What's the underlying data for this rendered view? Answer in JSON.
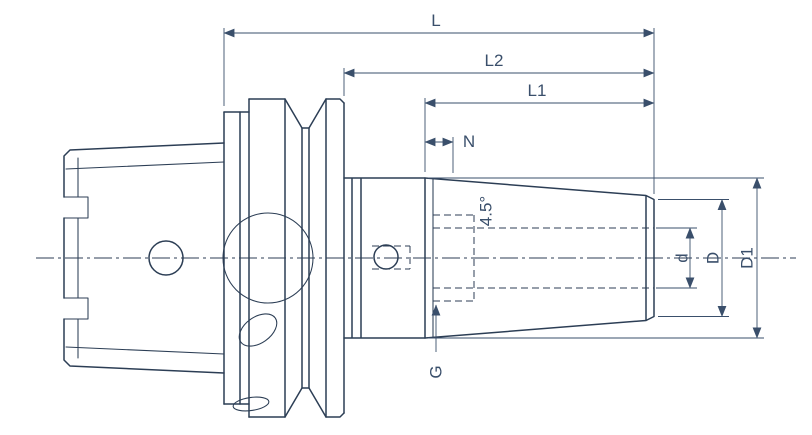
{
  "labels": {
    "overall_length": "L",
    "length_to_flange": "L2",
    "projection_length": "L1",
    "neck_dim": "N",
    "taper_angle": "4.5°",
    "bore_diameter": "d",
    "nose_diameter": "D",
    "body_diameter": "D1",
    "coolant_thread": "G"
  },
  "colors": {
    "outline": "#2c3e55",
    "dimension": "#3a4f6b",
    "background": "#ffffff"
  }
}
